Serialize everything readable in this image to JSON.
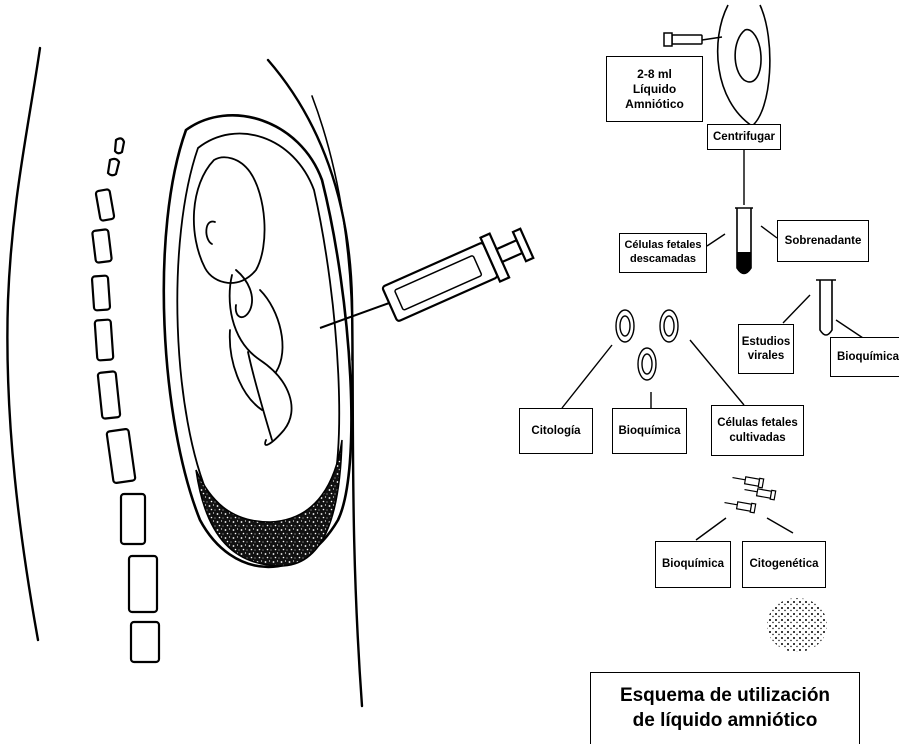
{
  "sample_box": {
    "lines": [
      "2-8 ml",
      "Líquido",
      "Amniótico"
    ]
  },
  "centrifugar": "Centrifugar",
  "celulas_descamadas": {
    "lines": [
      "Células fetales",
      "descamadas"
    ]
  },
  "sobrenadante": "Sobrenadante",
  "estudios_virales": {
    "lines": [
      "Estudios",
      "virales"
    ]
  },
  "bioquimica_sobrenadante": "Bioquímica",
  "citologia": "Citología",
  "bioquimica_celulas": "Bioquímica",
  "celulas_cultivadas": {
    "lines": [
      "Células fetales",
      "cultivadas"
    ]
  },
  "bioquimica_cultivo": "Bioquímica",
  "citogenetica": "Citogenética",
  "title": {
    "lines": [
      "Esquema de utilización",
      "de líquido amniótico"
    ]
  }
}
